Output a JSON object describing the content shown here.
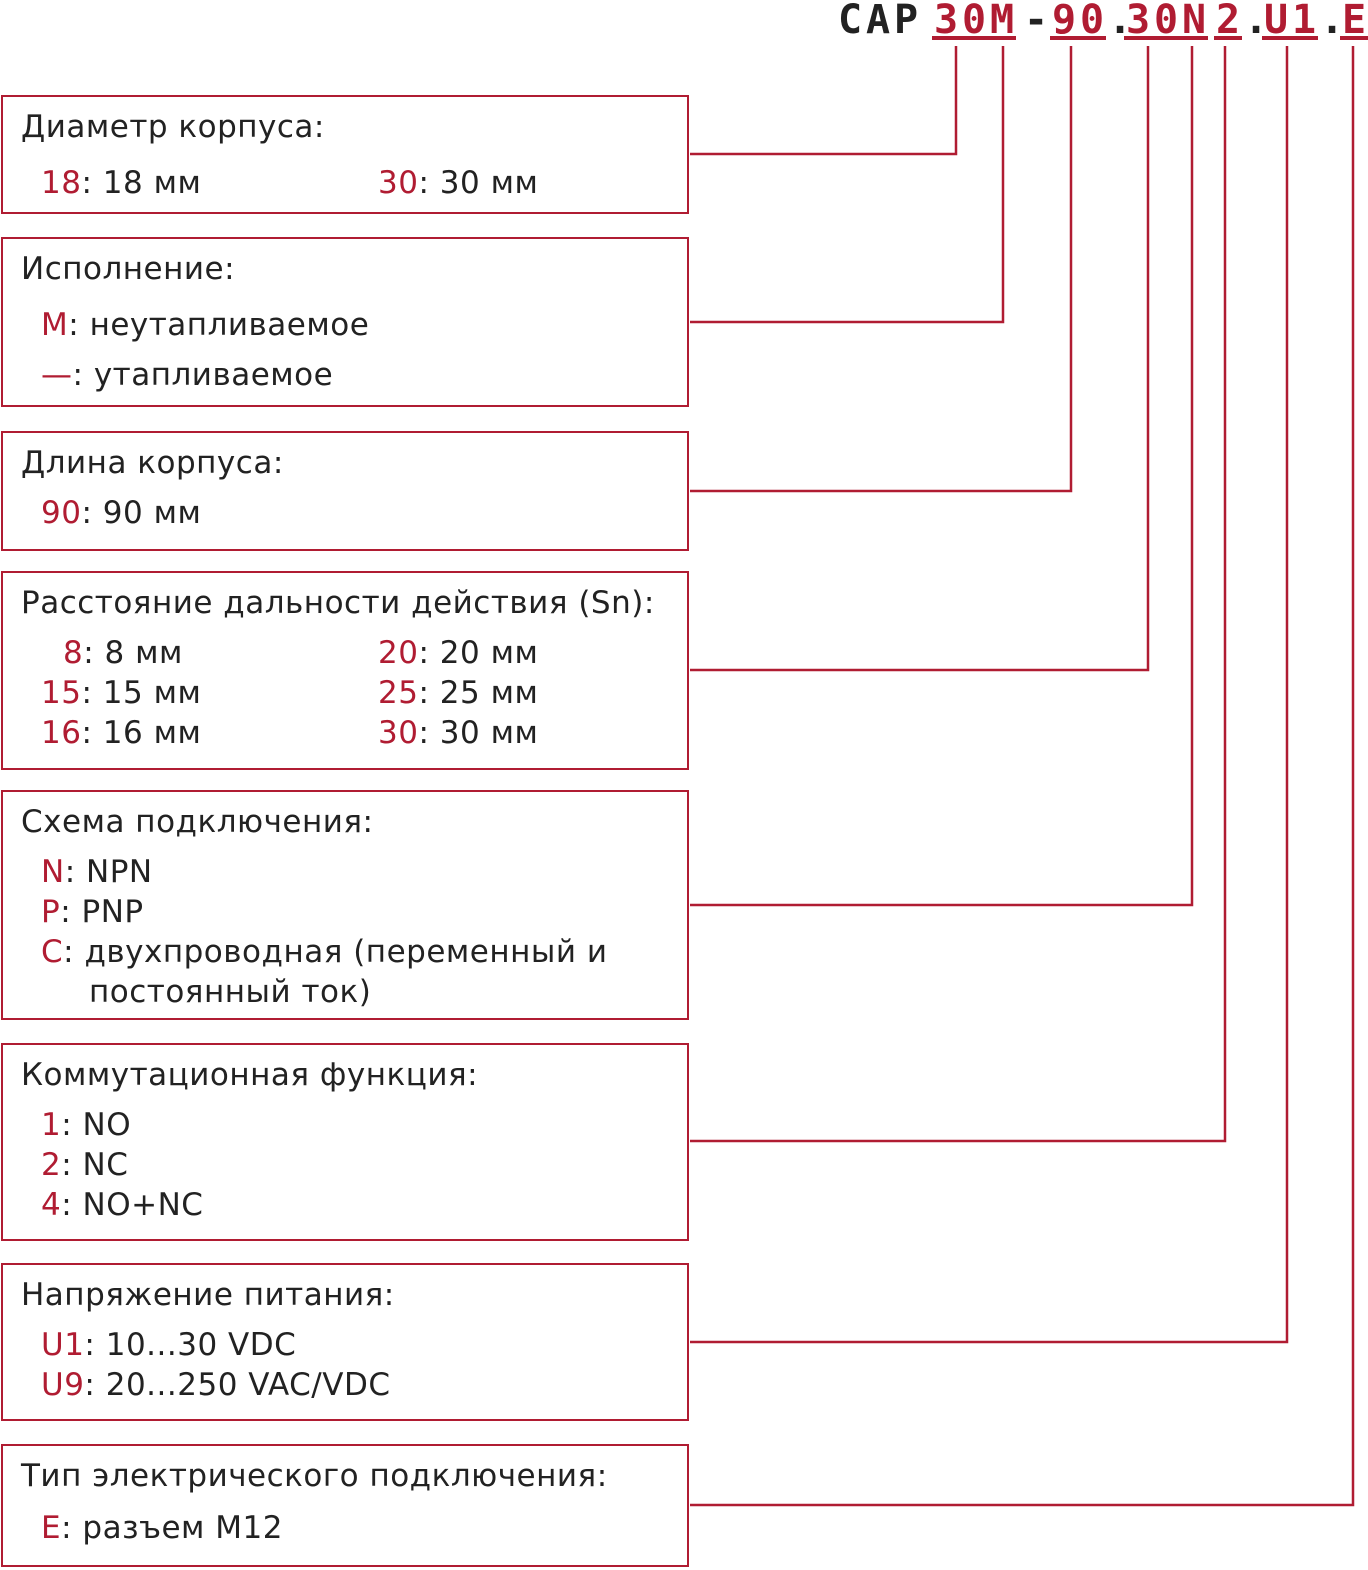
{
  "code": {
    "parts": [
      {
        "text": "C",
        "style": "blk"
      },
      {
        "text": "A",
        "style": "blk"
      },
      {
        "text": "P",
        "style": "blk"
      },
      {
        "text": "3",
        "style": "red"
      },
      {
        "text": "0",
        "style": "red"
      },
      {
        "text": "M",
        "style": "red"
      },
      {
        "text": "-",
        "style": "blk"
      },
      {
        "text": "9",
        "style": "red"
      },
      {
        "text": "0",
        "style": "red"
      },
      {
        "text": ".",
        "style": "blk"
      },
      {
        "text": "3",
        "style": "red"
      },
      {
        "text": "0",
        "style": "red"
      },
      {
        "text": "N",
        "style": "red"
      },
      {
        "text": "2",
        "style": "red"
      },
      {
        "text": ".",
        "style": "blk"
      },
      {
        "text": "U",
        "style": "red"
      },
      {
        "text": "1",
        "style": "red"
      },
      {
        "text": ".",
        "style": "blk"
      },
      {
        "text": "E",
        "style": "red"
      }
    ]
  },
  "colors": {
    "accent": "#b01c32",
    "text": "#222222"
  },
  "sections": [
    {
      "title": "Диаметр корпуса:",
      "options": [
        {
          "key": "18",
          "sep": ": ",
          "label": "18 мм"
        },
        {
          "key": "30",
          "sep": ": ",
          "label": "30 мм"
        }
      ]
    },
    {
      "title": "Исполнение:",
      "options": [
        {
          "key": "M",
          "sep": ": ",
          "label": "неутапливаемое"
        },
        {
          "key": "—",
          "sep": ": ",
          "label": "утапливаемое"
        }
      ]
    },
    {
      "title": "Длина корпуса:",
      "options": [
        {
          "key": "90",
          "sep": ": ",
          "label": "90 мм"
        }
      ]
    },
    {
      "title": "Расстояние дальности действия (Sn):",
      "options": [
        {
          "key": "8",
          "sep": ": ",
          "label": "8 мм"
        },
        {
          "key": "20",
          "sep": ": ",
          "label": "20 мм"
        },
        {
          "key": "15",
          "sep": ": ",
          "label": "15 мм"
        },
        {
          "key": "25",
          "sep": ": ",
          "label": "25 мм"
        },
        {
          "key": "16",
          "sep": ": ",
          "label": "16 мм"
        },
        {
          "key": "30",
          "sep": ": ",
          "label": "30 мм"
        }
      ]
    },
    {
      "title": "Схема подключения:",
      "options": [
        {
          "key": "N",
          "sep": ": ",
          "label": "NPN"
        },
        {
          "key": "P",
          "sep": ": ",
          "label": "PNP"
        },
        {
          "key": "C",
          "sep": ": ",
          "label": "двухпроводная (переменный и"
        },
        {
          "key": "",
          "sep": "",
          "label": "постоянный ток)"
        }
      ]
    },
    {
      "title": "Коммутационная функция:",
      "options": [
        {
          "key": "1",
          "sep": ": ",
          "label": "NO"
        },
        {
          "key": "2",
          "sep": ": ",
          "label": "NC"
        },
        {
          "key": "4",
          "sep": ": ",
          "label": "NO+NC"
        }
      ]
    },
    {
      "title": "Напряжение питания:",
      "options": [
        {
          "key": "U1",
          "sep": ": ",
          "label": "10...30 VDC"
        },
        {
          "key": "U9",
          "sep": ": ",
          "label": "20...250 VAC/VDC"
        }
      ]
    },
    {
      "title": "Тип электрического подключения:",
      "options": [
        {
          "key": "E",
          "sep": ": ",
          "label": "разъем M12"
        }
      ]
    }
  ]
}
